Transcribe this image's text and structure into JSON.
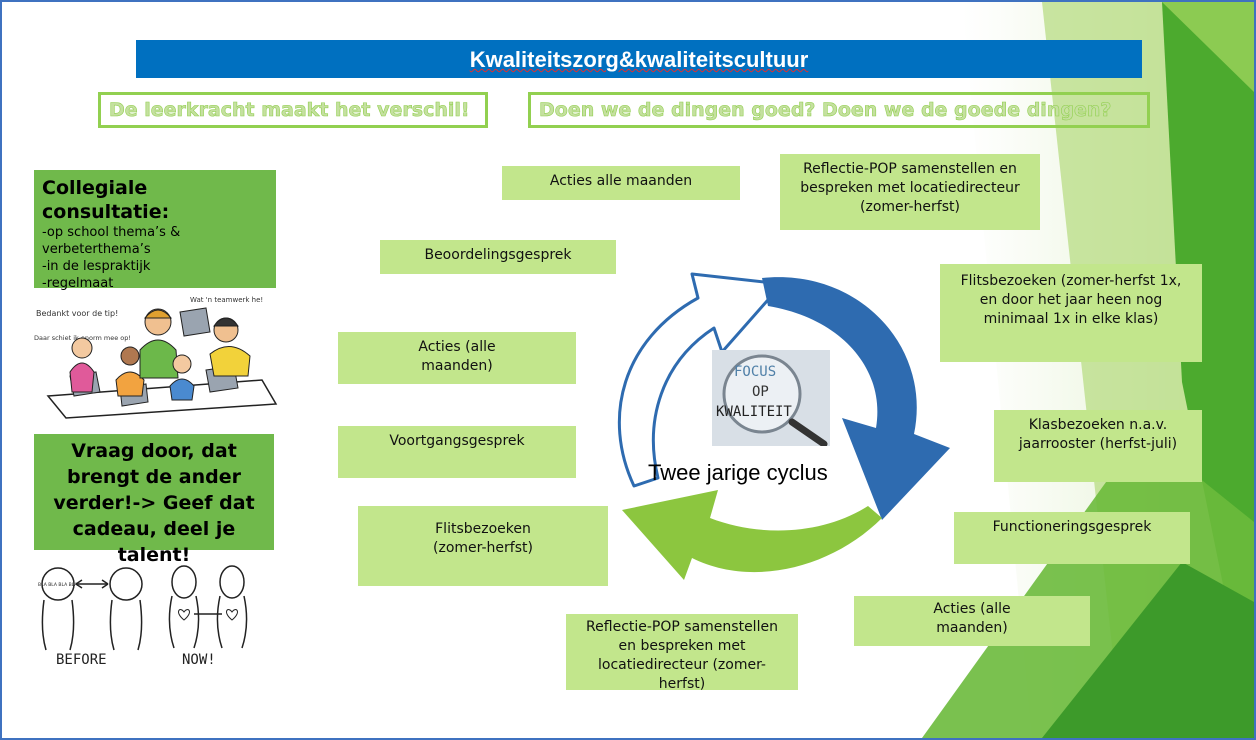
{
  "title": "Kwaliteitszorg&kwaliteitscultuur",
  "subtitles": {
    "left": "De leerkracht maakt het verschil!",
    "right": "Doen we de dingen goed? Doen we de goede dingen?"
  },
  "collegiale": {
    "heading": "Collegiale consultatie:",
    "lines": [
      "-op school thema’s &",
      "verbeterthema’s",
      "-in de lespraktijk",
      "-regelmaat"
    ]
  },
  "cartoon1": {
    "bubble1": "Bedankt voor de tip!",
    "bubble2": "Daar schiet ik enorm mee op!",
    "bubble3": "Wat 'n teamwerk he!"
  },
  "vraag_text": "Vraag door, dat brengt de ander verder!-> Geef dat cadeau, deel je talent!",
  "cartoon2": {
    "bla": "BLA BLA BLA BLA",
    "before": "BEFORE",
    "now": "NOW!"
  },
  "focus_logo": {
    "line1": "FOCUS",
    "line2": "OP",
    "line3": "KWALITEIT"
  },
  "cycle_label": "Twee jarige cyclus",
  "boxes": {
    "acties_alle_maanden_top": "Acties alle maanden",
    "reflectie_top": "Reflectie-POP samenstellen en bespreken met locatiedirecteur (zomer-herfst)",
    "beoordelingsgesprek": "Beoordelingsgesprek",
    "flitsbezoeken_right": "Flitsbezoeken (zomer-herfst 1x, en door het jaar heen nog minimaal 1x in elke klas)",
    "acties_left": "Acties (alle maanden)",
    "klasbezoeken": "Klasbezoeken n.a.v. jaarrooster (herfst-juli)",
    "voortgangsgesprek": "Voortgangsgesprek",
    "flitsbezoeken_left": "Flitsbezoeken (zomer-herfst)",
    "functioneringsgesprek": "Functioneringsgesprek",
    "acties_bottom_right": "Acties (alle maanden)",
    "reflectie_bottom": "Reflectie-POP samenstellen en bespreken met locatiedirecteur (zomer-herfst)"
  },
  "colors": {
    "title_bar": "#0070c0",
    "box_fill": "#c2e68c",
    "left_panel": "#70b94b",
    "arrow_blue": "#2e6bb0",
    "arrow_green": "#8cc63f"
  }
}
